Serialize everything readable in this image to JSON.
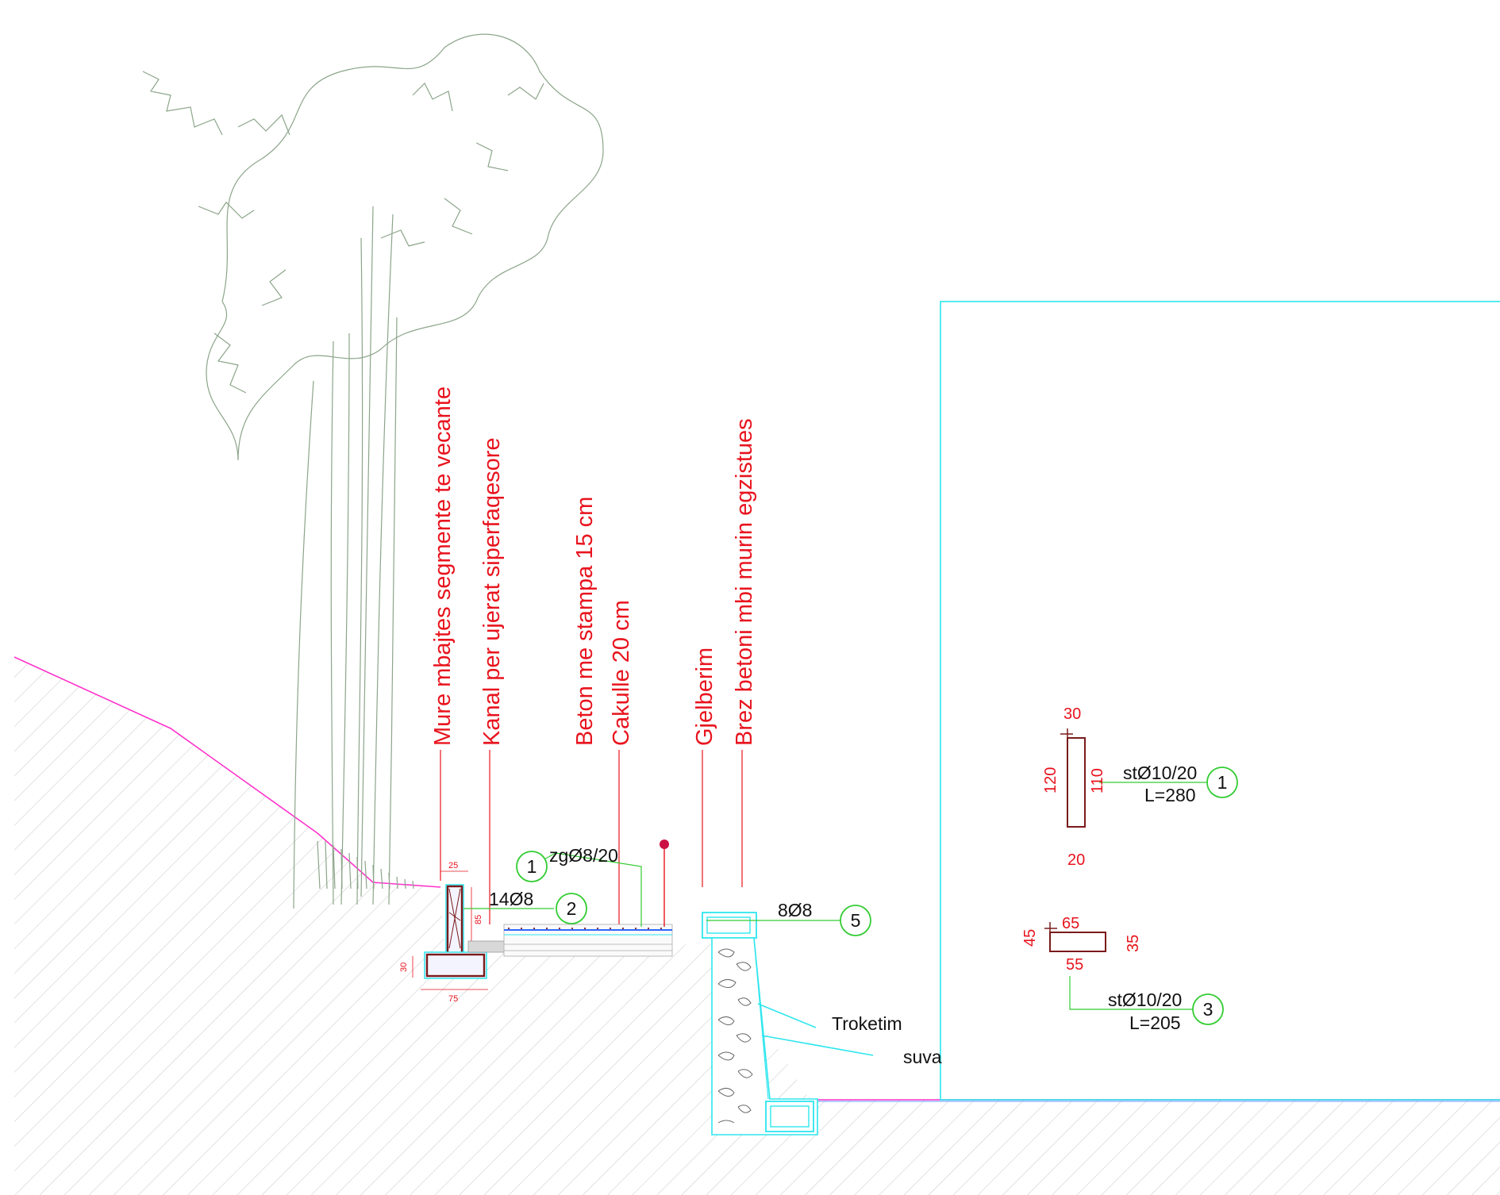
{
  "callouts": {
    "mure": "Mure mbajtes segmente te vecante",
    "kanal": "Kanal per ujerat siperfaqesore",
    "beton": "Beton me stampa 15 cm",
    "cakulle": "Cakulle 20 cm",
    "gjelberim": "Gjelberim",
    "brez": "Brez betoni mbi murin egzistues"
  },
  "rebar_labels": {
    "zg": "zgØ8/20",
    "bars14": "14Ø8",
    "bars8": "8Ø8"
  },
  "markers": {
    "m1": "1",
    "m2": "2",
    "m5": "5",
    "d1": "1",
    "d3": "3"
  },
  "notes": {
    "troketim": "Troketim",
    "suva": "suva"
  },
  "wall_dims": {
    "top": "25",
    "height": "85",
    "base_h": "30",
    "base_w": "75"
  },
  "detail1": {
    "top": "30",
    "left": "120",
    "inner": "110",
    "bottom": "20",
    "label": "stØ10/20",
    "length": "L=280"
  },
  "detail3": {
    "left": "45",
    "top": "65",
    "right": "35",
    "bottom": "55",
    "label": "stØ10/20",
    "length": "L=205"
  },
  "colors": {
    "red": "#e8141e",
    "magenta": "#ff33cc",
    "cyan": "#2ee6ee",
    "green": "#33cc33",
    "tree": "#8ca58a",
    "hatch": "#c9c9c9",
    "maroon": "#7a1a1a",
    "blue": "#3366ff"
  }
}
